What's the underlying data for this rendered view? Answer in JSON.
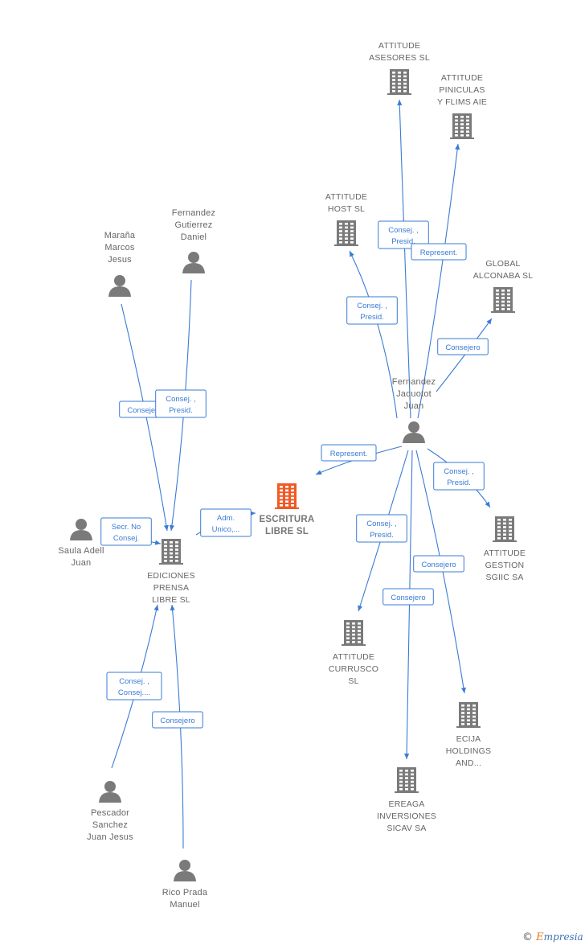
{
  "colors": {
    "edge": "#3a7bd5",
    "node": "#7a7a7a",
    "focus": "#f05a24",
    "label_border": "#3a7bd5"
  },
  "nodes": {
    "escritura": {
      "type": "company-focus",
      "lines": [
        "ESCRITURA",
        "LIBRE  SL"
      ]
    },
    "ediciones": {
      "type": "company",
      "lines": [
        "EDICIONES",
        "PRENSA",
        "LIBRE SL"
      ]
    },
    "attitude_asesores": {
      "type": "company",
      "lines": [
        "ATTITUDE",
        "ASESORES SL"
      ]
    },
    "attitude_piniculas": {
      "type": "company",
      "lines": [
        "ATTITUDE",
        "PINICULAS",
        "Y FLIMS AIE"
      ]
    },
    "attitude_host": {
      "type": "company",
      "lines": [
        "ATTITUDE",
        "HOST  SL"
      ]
    },
    "global_alconaba": {
      "type": "company",
      "lines": [
        "GLOBAL",
        "ALCONABA  SL"
      ]
    },
    "attitude_gestion": {
      "type": "company",
      "lines": [
        "ATTITUDE",
        "GESTION",
        "SGIIC SA"
      ]
    },
    "attitude_currusco": {
      "type": "company",
      "lines": [
        "ATTITUDE",
        "CURRUSCO",
        "SL"
      ]
    },
    "ecija": {
      "type": "company",
      "lines": [
        "ECIJA",
        "HOLDINGS",
        "AND..."
      ]
    },
    "ereaga": {
      "type": "company",
      "lines": [
        "EREAGA",
        "INVERSIONES",
        "SICAV SA"
      ]
    },
    "fernandez_jaquotot": {
      "type": "person",
      "lines": [
        "Fernandez",
        "Jaquotot",
        "Juan"
      ]
    },
    "marana": {
      "type": "person",
      "lines": [
        "Maraña",
        "Marcos",
        "Jesus"
      ]
    },
    "fernandez_gutierrez": {
      "type": "person",
      "lines": [
        "Fernandez",
        "Gutierrez",
        "Daniel"
      ]
    },
    "saula": {
      "type": "person",
      "lines": [
        "Saula Adell",
        "Juan"
      ]
    },
    "pescador": {
      "type": "person",
      "lines": [
        "Pescador",
        "Sanchez",
        "Juan Jesus"
      ]
    },
    "rico": {
      "type": "person",
      "lines": [
        "Rico Prada",
        "Manuel"
      ]
    }
  },
  "edges": [
    {
      "from": "fernandez_jaquotot",
      "to": "attitude_asesores",
      "label": [
        "Consej. ,",
        "Presid."
      ]
    },
    {
      "from": "fernandez_jaquotot",
      "to": "attitude_piniculas",
      "label": [
        "Represent."
      ]
    },
    {
      "from": "fernandez_jaquotot",
      "to": "attitude_host",
      "label": [
        "Consej. ,",
        "Presid."
      ]
    },
    {
      "from": "fernandez_jaquotot",
      "to": "global_alconaba",
      "label": [
        "Consejero"
      ]
    },
    {
      "from": "fernandez_jaquotot",
      "to": "escritura",
      "label": [
        "Represent."
      ]
    },
    {
      "from": "fernandez_jaquotot",
      "to": "attitude_gestion",
      "label": [
        "Consej. ,",
        "Presid."
      ]
    },
    {
      "from": "fernandez_jaquotot",
      "to": "attitude_currusco",
      "label": [
        "Consej. ,",
        "Presid."
      ]
    },
    {
      "from": "fernandez_jaquotot",
      "to": "ecija",
      "label": [
        "Consejero"
      ]
    },
    {
      "from": "fernandez_jaquotot",
      "to": "ereaga",
      "label": [
        "Consejero"
      ]
    },
    {
      "from": "marana",
      "to": "ediciones",
      "label": [
        "Consejero"
      ]
    },
    {
      "from": "fernandez_gutierrez",
      "to": "ediciones",
      "label": [
        "Consej. ,",
        "Presid."
      ]
    },
    {
      "from": "saula",
      "to": "ediciones",
      "label": [
        "Secr.  No",
        "Consej."
      ]
    },
    {
      "from": "ediciones",
      "to": "escritura",
      "label": [
        "Adm.",
        "Unico,..."
      ]
    },
    {
      "from": "pescador",
      "to": "ediciones",
      "label": [
        "Consej. ,",
        "Consej...."
      ]
    },
    {
      "from": "rico",
      "to": "ediciones",
      "label": [
        "Consejero"
      ]
    }
  ],
  "footer": {
    "copyright": "©",
    "brand_first": "E",
    "brand_rest": "mpresia"
  }
}
